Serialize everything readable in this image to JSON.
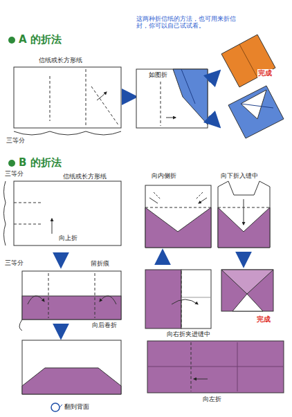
{
  "diagram": {
    "labels": [
      "这两种折信纸的方法，也可用来折信封，你可以自己试试看。",
      "A 的折法",
      "信纸或长方形纸",
      "三等分",
      "如图折",
      "完成",
      "B 的折法",
      "三等分",
      "信纸或长方形纸",
      "向上折",
      "三等分",
      "留折痕",
      "向后卷折",
      "翻到背面",
      "向左折",
      "向右折夹进缝中",
      "向内侧折",
      "向下折入缝中",
      "完成"
    ]
  }
}
